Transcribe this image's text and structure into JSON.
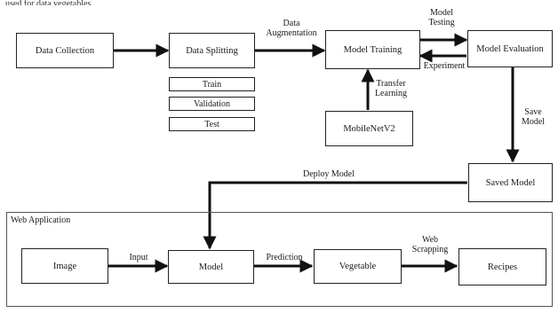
{
  "caption": "used for data vegetables",
  "nodes": {
    "data_collection": "Data Collection",
    "data_splitting": "Data Splitting",
    "model_training": "Model Training",
    "model_evaluation": "Model Evaluation",
    "mobilenetv2": "MobileNetV2",
    "saved_model": "Saved Model",
    "image": "Image",
    "model": "Model",
    "vegetable": "Vegetable",
    "recipes": "Recipes"
  },
  "splits": [
    "Train",
    "Validation",
    "Test"
  ],
  "edges": {
    "data_augmentation": [
      "Data",
      "Augmentation"
    ],
    "model_testing": [
      "Model",
      "Testing"
    ],
    "experiment": "Experiment",
    "transfer_learning": [
      "Transfer",
      "Learning"
    ],
    "save_model": [
      "Save",
      "Model"
    ],
    "deploy_model": "Deploy Model",
    "input": "Input",
    "prediction": "Prediction",
    "web_scrapping": [
      "Web",
      "Scrapping"
    ]
  },
  "container": {
    "title": "Web Application"
  }
}
